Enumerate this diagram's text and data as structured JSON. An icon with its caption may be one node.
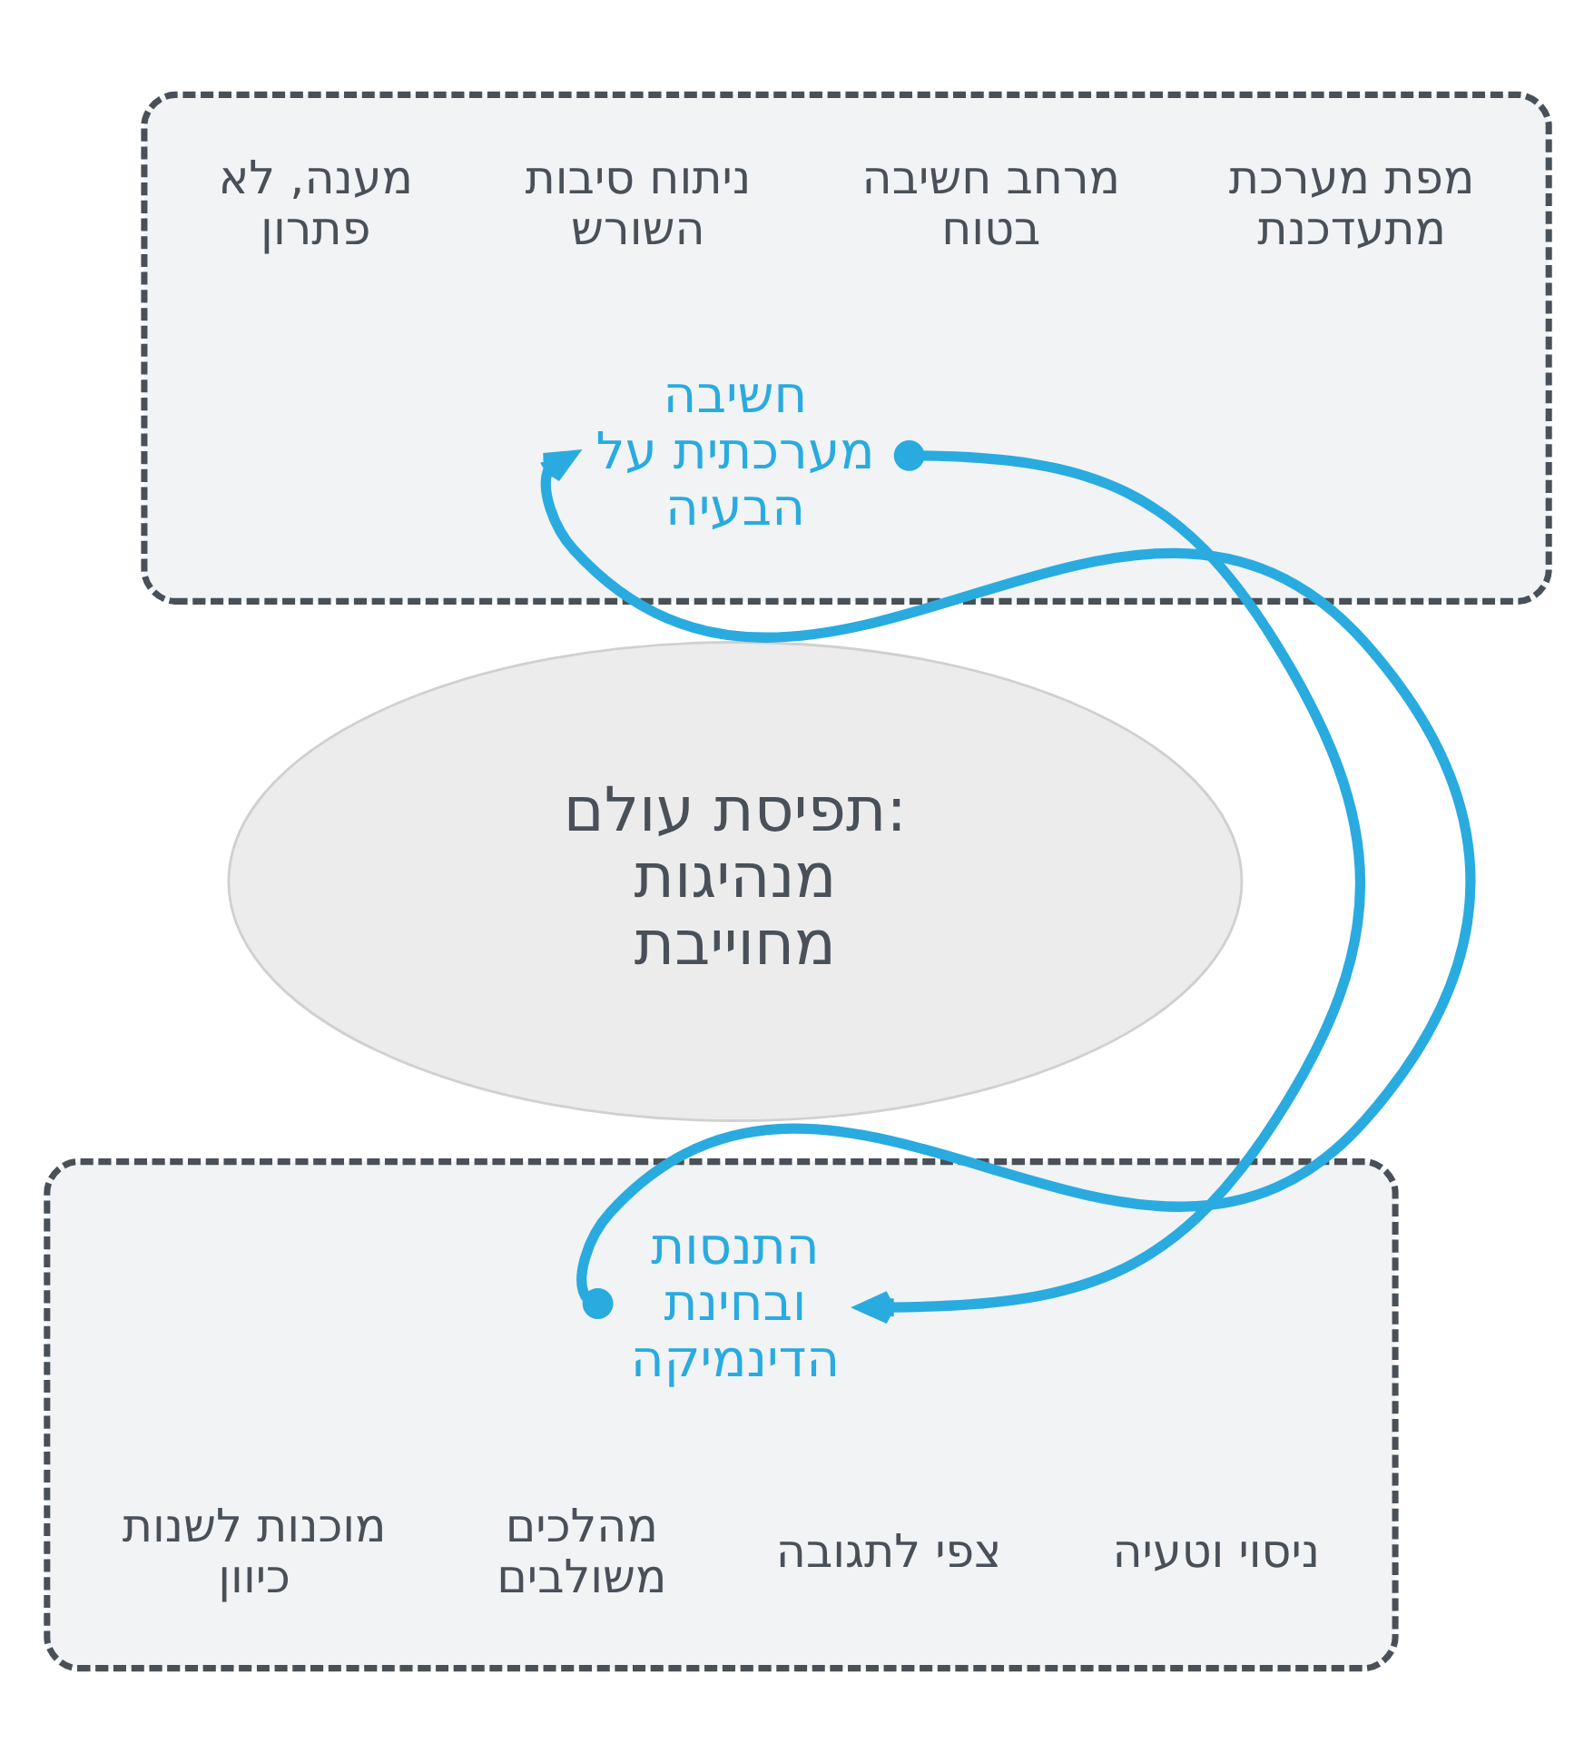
{
  "diagram": {
    "nodes": [
      {
        "text": [],
        "shape": "box"
      },
      {
        "text": [
          "מרחב חשיבה בטוח"
        ],
        "in": 0
      },
      {
        "text": [
          "ניתוח סיבות השורש"
        ],
        "in": 0
      },
      {
        "text": [
          "מפת מערכת מתעדכנת"
        ],
        "in": 0
      },
      {
        "text": [
          "מענה, לא פתרון"
        ],
        "in": 0
      },
      {
        "text": [
          "חשיבה מערכתית על הבעיה"
        ],
        "in": 0
      },
      {
        "text": [
          "תפיסת עולם: מנהיגות מחוייבת"
        ]
      },
      {
        "text": [],
        "shape": "box"
      },
      {
        "text": [
          "התנסות ובחינת הדינמיקה"
        ],
        "in": 7
      },
      {
        "text": [
          "ניסוי וטעיה"
        ],
        "in": 7
      },
      {
        "text": [
          "צפי לתגובה"
        ],
        "in": 7
      },
      {
        "text": [
          "מהלכים משולבים"
        ],
        "in": 7
      },
      {
        "text": [
          "מוכנות לשנות כיוון"
        ],
        "in": 7
      }
    ],
    "edges": [
      {
        "from": 5,
        "to": 8,
        "arrow": "to"
      },
      {
        "from": 8,
        "to": 5,
        "arrow": "to"
      }
    ]
  }
}
